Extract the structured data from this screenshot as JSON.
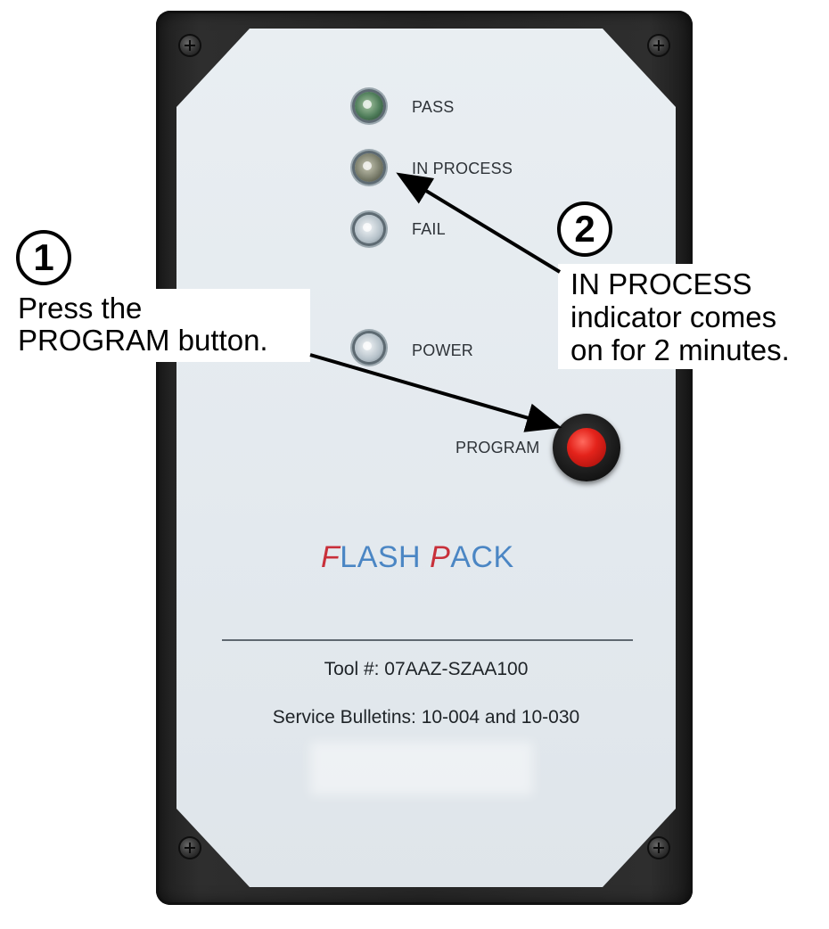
{
  "indicators": [
    {
      "label": "PASS",
      "led": "green"
    },
    {
      "label": "IN PROCESS",
      "led": "amber"
    },
    {
      "label": "FAIL",
      "led": "clear"
    },
    {
      "label": "POWER",
      "led": "clear"
    }
  ],
  "button": {
    "label": "PROGRAM",
    "color": "#e4231b"
  },
  "brand": {
    "word1_initial": "F",
    "word1_rest": "LASH",
    "word2_initial": "P",
    "word2_rest": "ACK",
    "initial_color": "#c8303a",
    "rest_color": "#4b86c4"
  },
  "tool_number": "Tool #: 07AAZ-SZAA100",
  "service_bulletins": "Service Bulletins: 10-004 and 10-030",
  "callouts": [
    {
      "number": "1",
      "lines": [
        "Press the",
        "PROGRAM button."
      ]
    },
    {
      "number": "2",
      "lines": [
        "IN PROCESS",
        "indicator comes",
        "on for 2 minutes."
      ]
    }
  ]
}
